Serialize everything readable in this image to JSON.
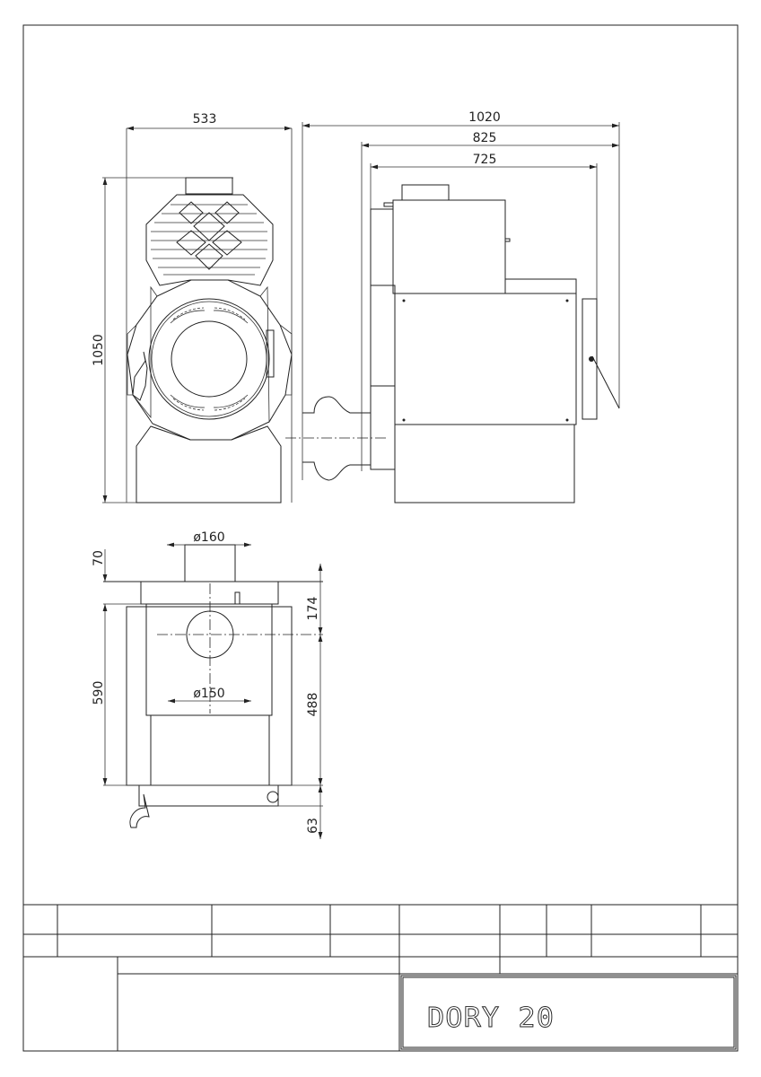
{
  "drawing": {
    "title": "DORY 20"
  },
  "front_view": {
    "width_label": "533",
    "height_label": "1050"
  },
  "side_view": {
    "total_depth_label": "1020",
    "depth_label_825": "825",
    "depth_label_725": "725"
  },
  "rear_view": {
    "flue_diameter_label": "ø160",
    "inlet_diameter_label": "ø150",
    "top_offset_label": "70",
    "body_height_label": "590",
    "inlet_from_top_label": "174",
    "inlet_height_label": "488",
    "foot_height_label": "63"
  }
}
